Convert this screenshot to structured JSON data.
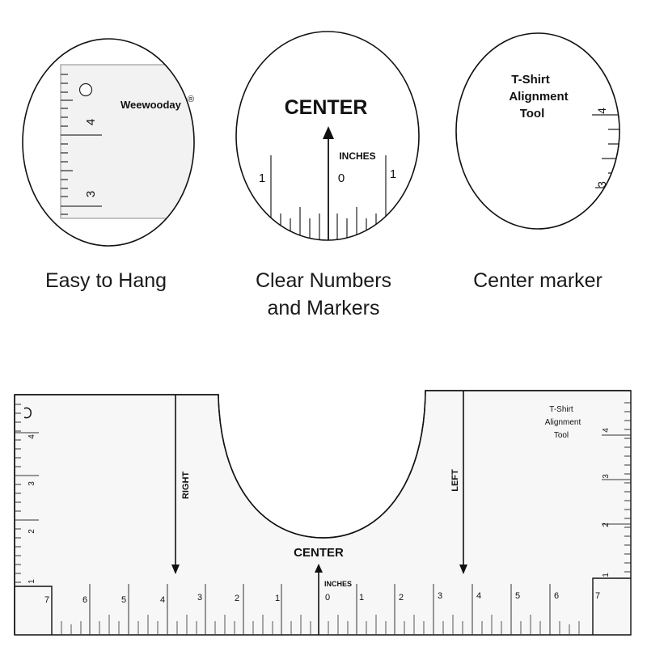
{
  "features": [
    {
      "caption_line1": "Easy to Hang",
      "caption_line2": ""
    },
    {
      "caption_line1": "Clear Numbers",
      "caption_line2": "and Markers"
    },
    {
      "caption_line1": "Center marker",
      "caption_line2": ""
    }
  ],
  "brand": {
    "name": "Weewooday",
    "mark": "®"
  },
  "ruler": {
    "center_label": "CENTER",
    "inches_label": "INCHES",
    "right_label": "RIGHT",
    "left_label": "LEFT",
    "title_line1": "T-Shirt",
    "title_line2": "Alignment",
    "title_line3": "Tool",
    "bottom_numbers_left": [
      "7",
      "6",
      "5",
      "4",
      "3",
      "2",
      "1"
    ],
    "zero": "0",
    "bottom_numbers_right": [
      "1",
      "2",
      "3",
      "4",
      "5",
      "6",
      "7"
    ],
    "side_numbers": [
      "4",
      "3",
      "2",
      "1"
    ]
  },
  "zoom1": {
    "numbers": [
      "4",
      "3"
    ]
  },
  "zoom2": {
    "left_number": "1",
    "zero": "0",
    "right_number": "1"
  },
  "zoom3": {
    "numbers": [
      "4",
      "3"
    ]
  },
  "colors": {
    "line": "#111111",
    "panel": "#f7f7f7",
    "background": "#ffffff"
  }
}
